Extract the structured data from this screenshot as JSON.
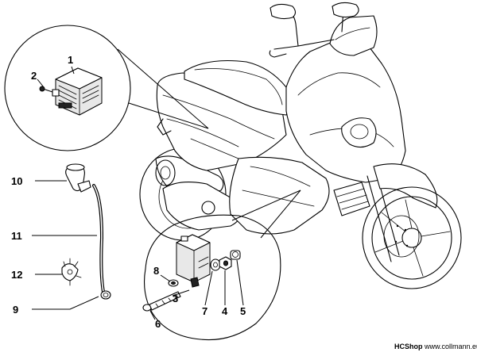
{
  "parts": {
    "p1": "1",
    "p2": "2",
    "p3": "3",
    "p4": "4",
    "p5": "5",
    "p6": "6",
    "p7": "7",
    "p8": "8",
    "p9": "9",
    "p10": "10",
    "p11": "11",
    "p12": "12"
  },
  "watermark": {
    "shop": "HCShop",
    "site": "www.collmann.eu"
  }
}
